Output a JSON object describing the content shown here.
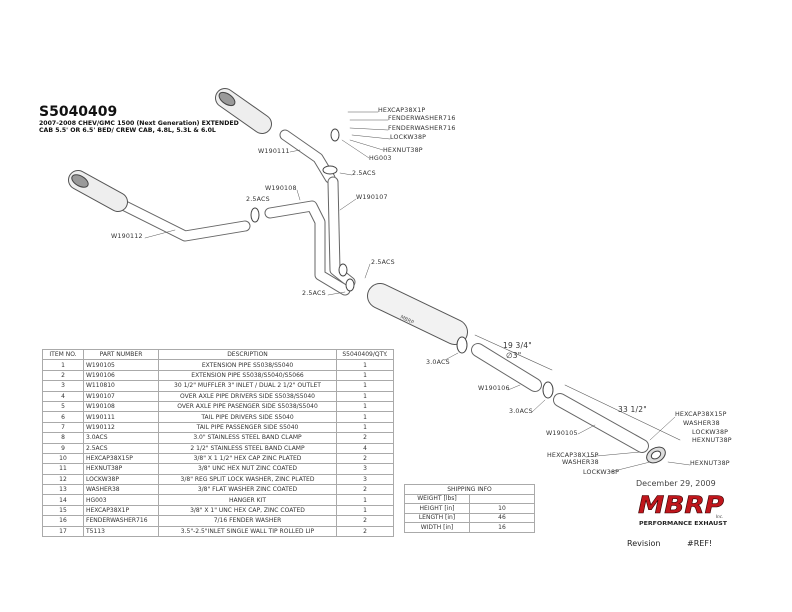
{
  "header": {
    "title": "S5040409",
    "subtitle_line1": "2007-2008 CHEV/GMC 1500 (Next Generation) EXTENDED",
    "subtitle_line2": "CAB 5.5' OR 6.5' BED/ CREW CAB, 4.8L, 5.3L & 6.0L"
  },
  "callouts": {
    "hexcap38x1p": "HEXCAP38X1P",
    "fenderwasher_a": "FENDERWASHER716",
    "fenderwasher_b": "FENDERWASHER716",
    "lockw_top": "LOCKW38P",
    "hexnut_top": "HEXNUT38P",
    "hg003": "HG003",
    "w190111": "W190111",
    "acs_a": "2.5ACS",
    "w190108": "W190108",
    "w190107": "W190107",
    "acs_b": "2.5ACS",
    "w190112": "W190112",
    "acs_c": "2.5ACS",
    "acs_d": "2.5ACS",
    "dim_a": "19 3/4\"",
    "dia": "∅3\"",
    "acs30_a": "3.0ACS",
    "w190106": "W190106",
    "acs30_b": "3.0ACS",
    "dim_b": "33 1/2\"",
    "w190105": "W190105",
    "hexcap15_r": "HEXCAP38X15P",
    "washer_r": "WASHER38",
    "lockw_r": "LOCKW38P",
    "hexnut_r": "HEXNUT38P",
    "hexcap15_l": "HEXCAP38X15P",
    "washer_l": "WASHER38",
    "lockw_l": "LOCKW38P",
    "hexnut_b": "HEXNUT38P"
  },
  "bom": {
    "headers": [
      "ITEM NO.",
      "PART NUMBER",
      "DESCRIPTION",
      "S5040409/QTY."
    ],
    "rows": [
      [
        "1",
        "W190105",
        "EXTENSION PIPE S5038/S5040",
        "1"
      ],
      [
        "2",
        "W190106",
        "EXTENSION PIPE S5038/S5040/S5066",
        "1"
      ],
      [
        "3",
        "W110810",
        "30 1/2\" MUFFLER 3\" INLET / DUAL 2 1/2\" OUTLET",
        "1"
      ],
      [
        "4",
        "W190107",
        "OVER AXLE PIPE DRIVERS SIDE S5038/S5040",
        "1"
      ],
      [
        "5",
        "W190108",
        "OVER AXLE PIPE PASENGER SIDE S5038/S5040",
        "1"
      ],
      [
        "6",
        "W190111",
        "TAIL PIPE DRIVERS SIDE S5040",
        "1"
      ],
      [
        "7",
        "W190112",
        "TAIL PIPE PASSENGER SIDE S5040",
        "1"
      ],
      [
        "8",
        "3.0ACS",
        "3.0\" STAINLESS STEEL BAND CLAMP",
        "2"
      ],
      [
        "9",
        "2.5ACS",
        "2 1/2\" STAINLESS STEEL BAND CLAMP",
        "4"
      ],
      [
        "10",
        "HEXCAP38X15P",
        "3/8\" X 1 1/2\" HEX CAP ZINC PLATED",
        "2"
      ],
      [
        "11",
        "HEXNUT38P",
        "3/8\" UNC HEX NUT ZINC COATED",
        "3"
      ],
      [
        "12",
        "LOCKW38P",
        "3/8\" REG SPLIT LOCK WASHER, ZINC PLATED",
        "3"
      ],
      [
        "13",
        "WASHER38",
        "3/8\" FLAT WASHER ZINC COATED",
        "2"
      ],
      [
        "14",
        "HG003",
        "HANGER KIT",
        "1"
      ],
      [
        "15",
        "HEXCAP38X1P",
        "3/8\" X 1\" UNC HEX CAP, ZINC COATED",
        "1"
      ],
      [
        "16",
        "FENDERWASHER716",
        "7/16 FENDER WASHER",
        "2"
      ],
      [
        "17",
        "T5113",
        "3.5\"-2.5\"INLET SINGLE WALL TIP ROLLED LIP",
        "2"
      ]
    ]
  },
  "shipping": {
    "title": "SHIPPING INFO",
    "rows": [
      [
        "WEIGHT [lbs]",
        ""
      ],
      [
        "HEIGHT [in]",
        "10"
      ],
      [
        "LENGTH [in]",
        "46"
      ],
      [
        "WIDTH [in]",
        "16"
      ]
    ]
  },
  "footer": {
    "date": "December 29, 2009",
    "brand": "MBRP",
    "brand_sub": "Inc.",
    "tagline": "PERFORMANCE EXHAUST",
    "revision_label": "Revision",
    "revision_value": "#REF!"
  },
  "colors": {
    "logo_red": "#c0161c",
    "line": "#555555"
  }
}
